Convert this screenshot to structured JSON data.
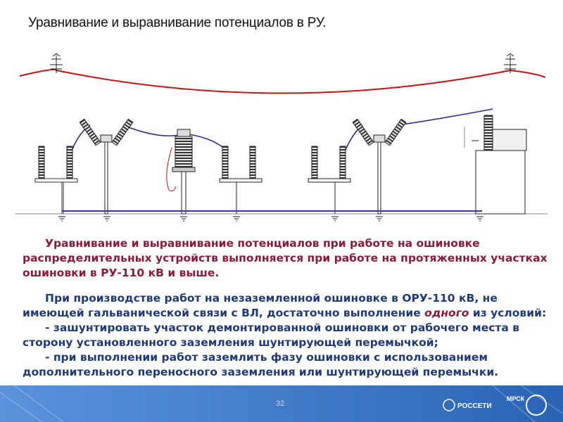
{
  "slide": {
    "title": "Уравнивание и выравнивание потенциалов в РУ."
  },
  "paragraph1": {
    "text": "Уравнивание и выравнивание потенциалов при работе на ошиновке распределительных устройств выполняется при работе на протяженных участках ошиновки в РУ-110 кВ и выше."
  },
  "paragraph2": {
    "intro_part1": "При производстве работ на незаземленной ошиновке в ОРУ-110 кВ, не имеющей гальванической связи с ВЛ, достаточно выполнение",
    "emphasis": "одного",
    "intro_part2": "из условий:",
    "bullet1": "- зашунтировать участок демонтированной ошиновки от рабочего места в сторону установленного заземления шунтирующей перемычкой;",
    "bullet2": "- при выполнении работ заземлить фазу ошиновки с использованием дополнительного переносного заземления или шунтирующей перемычки."
  },
  "footer": {
    "page_number": "32",
    "logo1": "РОССЕТИ",
    "logo2": "МРСК"
  },
  "colors": {
    "overhead_line": "#cc1111",
    "busbar": "#2a2a9a",
    "ground_bus": "#3333cc",
    "paragraph1_text": "#8b1a3c",
    "paragraph2_text": "#1e3a78",
    "footer_band": "#2f6fc8"
  }
}
